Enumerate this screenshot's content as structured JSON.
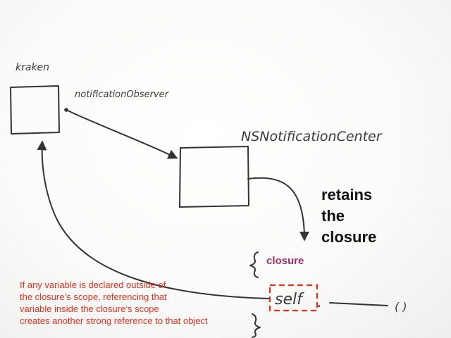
{
  "labels": {
    "kraken": "kraken",
    "observer": "notificationObserver",
    "center": "NSNotificationCenter",
    "self_word": "self",
    "self_dot": ".",
    "call_parens": "( )"
  },
  "retains_lines": [
    "retains",
    "the",
    "closure"
  ],
  "closure_label": "closure",
  "note_lines": [
    "If any variable is declared outside of",
    "the closure’s scope, referencing that",
    "variable inside the closure’s scope",
    "creates another strong reference to that object"
  ],
  "colors": {
    "ink": "#333333",
    "closure_label": "#a0306a",
    "note_text": "#e8301f",
    "highlight_box": "#e8301f"
  }
}
